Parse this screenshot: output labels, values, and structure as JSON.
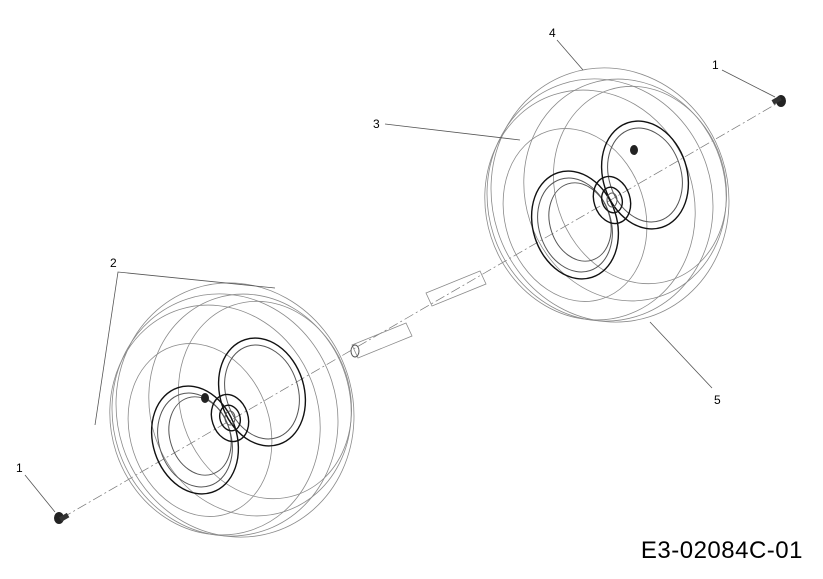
{
  "diagram": {
    "callouts": [
      {
        "id": "c1-right",
        "label": "1"
      },
      {
        "id": "c1-left",
        "label": "1"
      },
      {
        "id": "c2",
        "label": "2"
      },
      {
        "id": "c3",
        "label": "3"
      },
      {
        "id": "c4",
        "label": "4"
      },
      {
        "id": "c5",
        "label": "5"
      }
    ],
    "drawing_code": "E3-02084C-01"
  }
}
